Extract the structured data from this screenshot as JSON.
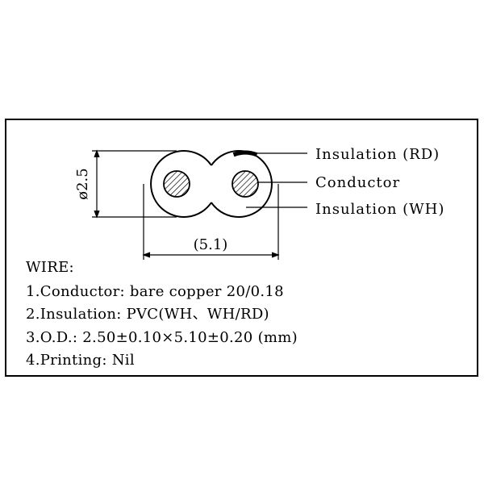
{
  "diagram": {
    "dimensions": {
      "diameter": "ø2.5",
      "width": "(5.1)"
    },
    "callouts": {
      "insulation_rd": "Insulation (RD)",
      "conductor": "Conductor",
      "insulation_wh": "Insulation (WH)"
    }
  },
  "spec": {
    "heading": "WIRE:",
    "lines": [
      "1.Conductor: bare copper 20/0.18",
      "2.Insulation: PVC(WH、WH/RD)",
      "3.O.D.: 2.50±0.10×5.10±0.20 (mm)",
      "4.Printing: Nil"
    ]
  }
}
